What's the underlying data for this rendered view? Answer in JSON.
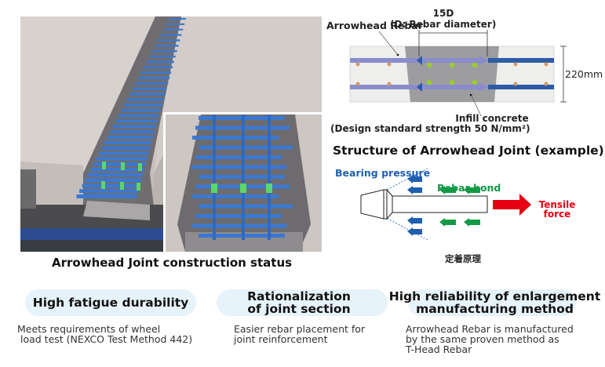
{
  "photo": {
    "caption": "Arrowhead Joint construction status"
  },
  "section_diagram": {
    "label_arrowhead_rebar": "Arrowhead Rebar",
    "dimension_top_line1": "15D",
    "dimension_top_line2": "(D: Rebar diameter)",
    "dimension_height": "220mm",
    "infill_line1": "Infill concrete",
    "infill_line2": "(Design standard strength 50 N/mm²)",
    "title": "Structure of Arrowhead Joint (example)",
    "colors": {
      "precast_concrete": "#eeeeec",
      "infill_concrete": "#9d9d9f",
      "rebar_light": "#8a8ccc",
      "rebar_dark": "#2e5ba6",
      "transverse_bar_orange": "#d49a6a",
      "transverse_bar_green": "#9acc2c"
    }
  },
  "anchorage_diagram": {
    "bearing_pressure": "Bearing pressure",
    "rebar_bond": "Rebar bond",
    "tensile_force_line1": "Tensile",
    "tensile_force_line2": "force",
    "caption": "定着原理",
    "colors": {
      "bearing": "#1f5fb0",
      "bond": "#139a46",
      "tensile": "#e60012"
    }
  },
  "features": [
    {
      "title_line1": "High fatigue durability",
      "title_line2": "",
      "description": "Meets requirements of wheel\n load test (NEXCO Test Method 442)"
    },
    {
      "title_line1": "Rationalization",
      "title_line2": "of joint section",
      "description": "Easier rebar placement for\njoint reinforcement"
    },
    {
      "title_line1": "High reliability of enlargement",
      "title_line2": "manufacturing method",
      "description": "Arrowhead Rebar is manufactured\nby the same proven method as\nT-Head Rebar"
    }
  ],
  "pill_color": "#e6f3fb"
}
